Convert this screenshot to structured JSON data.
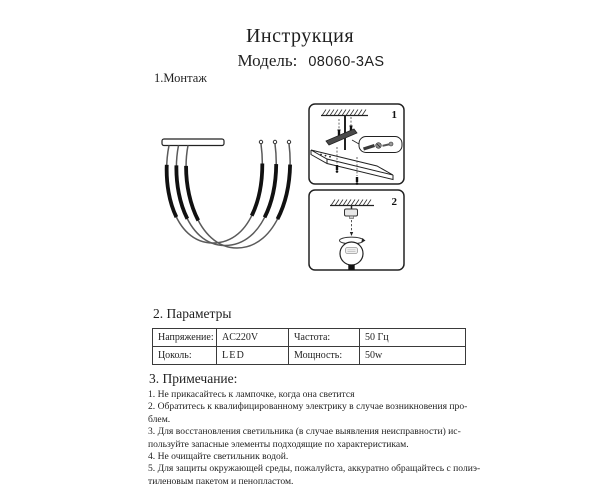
{
  "colors": {
    "ink": "#1f1f1f"
  },
  "header": {
    "title": "Инструкция",
    "model_label": "Модель:",
    "model_value": "08060-3AS"
  },
  "sections": {
    "montage_heading": "1.Монтаж",
    "params_heading": "2. Параметры",
    "notes_heading": "3. Примечание:"
  },
  "montage": {
    "step1_label": "1",
    "step2_label": "2"
  },
  "params_table": {
    "rows": [
      {
        "cells": [
          "Напряжение:",
          "AC220V",
          "Частота:",
          "50 Гц"
        ]
      },
      {
        "cells": [
          "Цоколь:",
          "LED",
          "Мощность:",
          "50w"
        ]
      }
    ]
  },
  "notes_lines": [
    "1. Не прикасайтесь к лампочке, когда она светится",
    "2. Обратитесь к квалифицированному электрику в случае возникновения про-",
    "блем.",
    "3. Для восстановления светильника (в случае выявления неисправности) ис-",
    "пользуйте запасные элементы подходящие по характеристикам.",
    "4. Не очищайте светильник водой.",
    "5. Для защиты окружающей среды, пожалуйста, аккуратно обращайтесь с полиэ-",
    "тиленовым пакетом и пенопластом."
  ]
}
